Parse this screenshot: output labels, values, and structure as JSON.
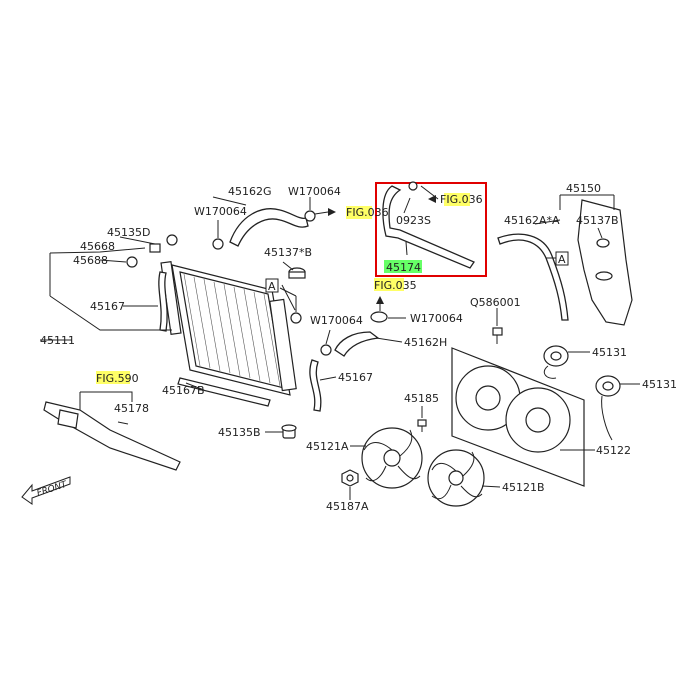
{
  "labels": {
    "p45162G": "45162G",
    "w170064_a": "W170064",
    "w170064_b": "W170064",
    "w170064_c": "W170064",
    "w170064_d": "W170064",
    "p45135D": "45135D",
    "p45668": "45668",
    "p45688": "45688",
    "p45167_a": "45167",
    "p45167_b": "45167",
    "p45111": "45111",
    "p45137B_star": "45137*B",
    "p45137B": "45137B",
    "p45162H": "45162H",
    "p45167B": "45167B",
    "p45135B": "45135B",
    "p45178": "45178",
    "p45185": "45185",
    "p45121A": "45121A",
    "p45121B": "45121B",
    "p45187A": "45187A",
    "p0923S": "0923S",
    "p45174": "45174",
    "p45150": "45150",
    "p45162A": "45162A*A",
    "q586001": "Q586001",
    "p45131_a": "45131",
    "p45131_b": "45131",
    "p45122": "45122",
    "fig036_a": "FIG.036",
    "fig036_b": "FIG.036",
    "fig035": "FIG.035",
    "fig590": "FIG.590",
    "markerA1": "A",
    "markerA2": "A",
    "front": "FRONT"
  },
  "colors": {
    "highlight_fig": "#ffff66",
    "highlight_part": "#66ff66",
    "callout_box": "#e00000"
  }
}
